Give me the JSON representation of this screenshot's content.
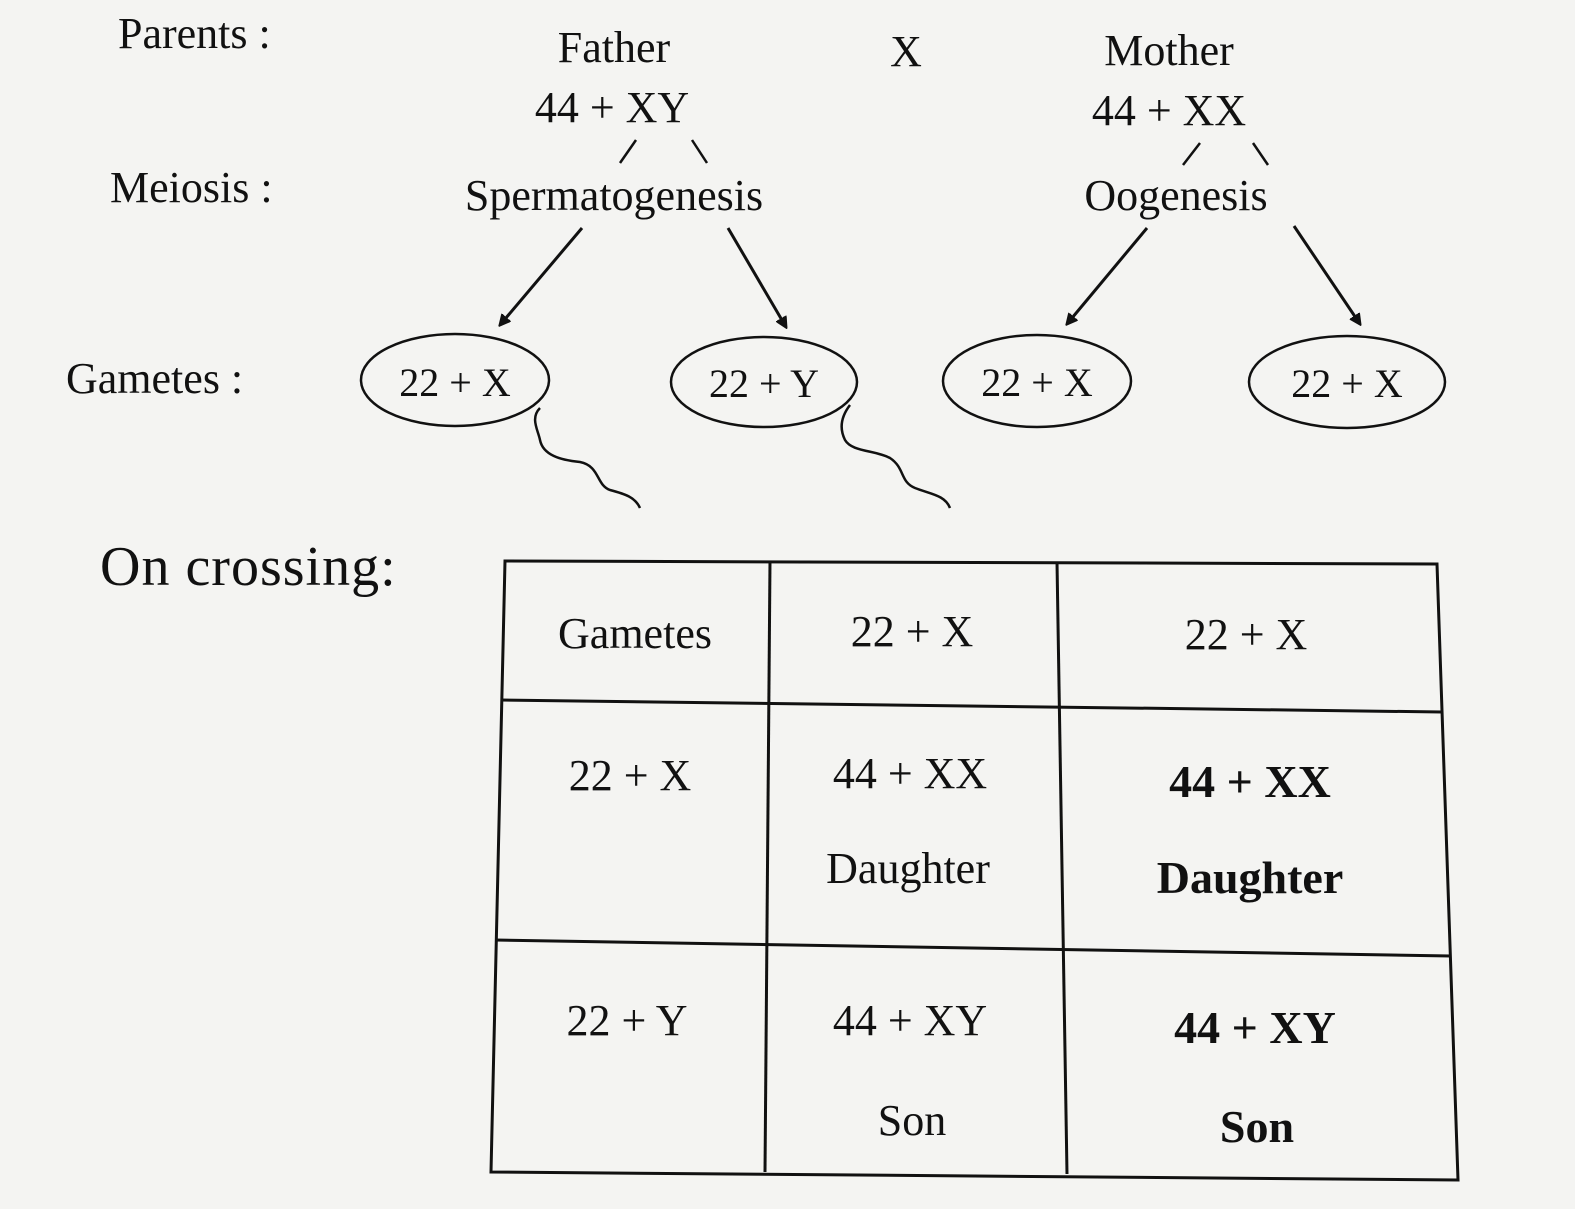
{
  "rows": {
    "parents_label": "Parents :",
    "meiosis_label": "Meiosis :",
    "gametes_label": "Gametes :"
  },
  "father": {
    "title": "Father",
    "genotype": "44 + XY",
    "process": "Spermatogenesis",
    "gametes": [
      "22 + X",
      "22 + Y"
    ]
  },
  "cross_symbol": "X",
  "mother": {
    "title": "Mother",
    "genotype": "44 + XX",
    "process": "Oogenesis",
    "gametes": [
      "22 + X",
      "22 + X"
    ]
  },
  "crossing": {
    "label": "On crossing:",
    "header": [
      "Gametes",
      "22 + X",
      "22 + X"
    ],
    "rows": [
      {
        "gamete": "22 + X",
        "cells": [
          {
            "genotype": "44 + XX",
            "sex": "Daughter"
          },
          {
            "genotype": "44 + XX",
            "sex": "Daughter"
          }
        ]
      },
      {
        "gamete": "22 + Y",
        "cells": [
          {
            "genotype": "44 + XY",
            "sex": "Son"
          },
          {
            "genotype": "44 + XY",
            "sex": "Son"
          }
        ]
      }
    ]
  }
}
